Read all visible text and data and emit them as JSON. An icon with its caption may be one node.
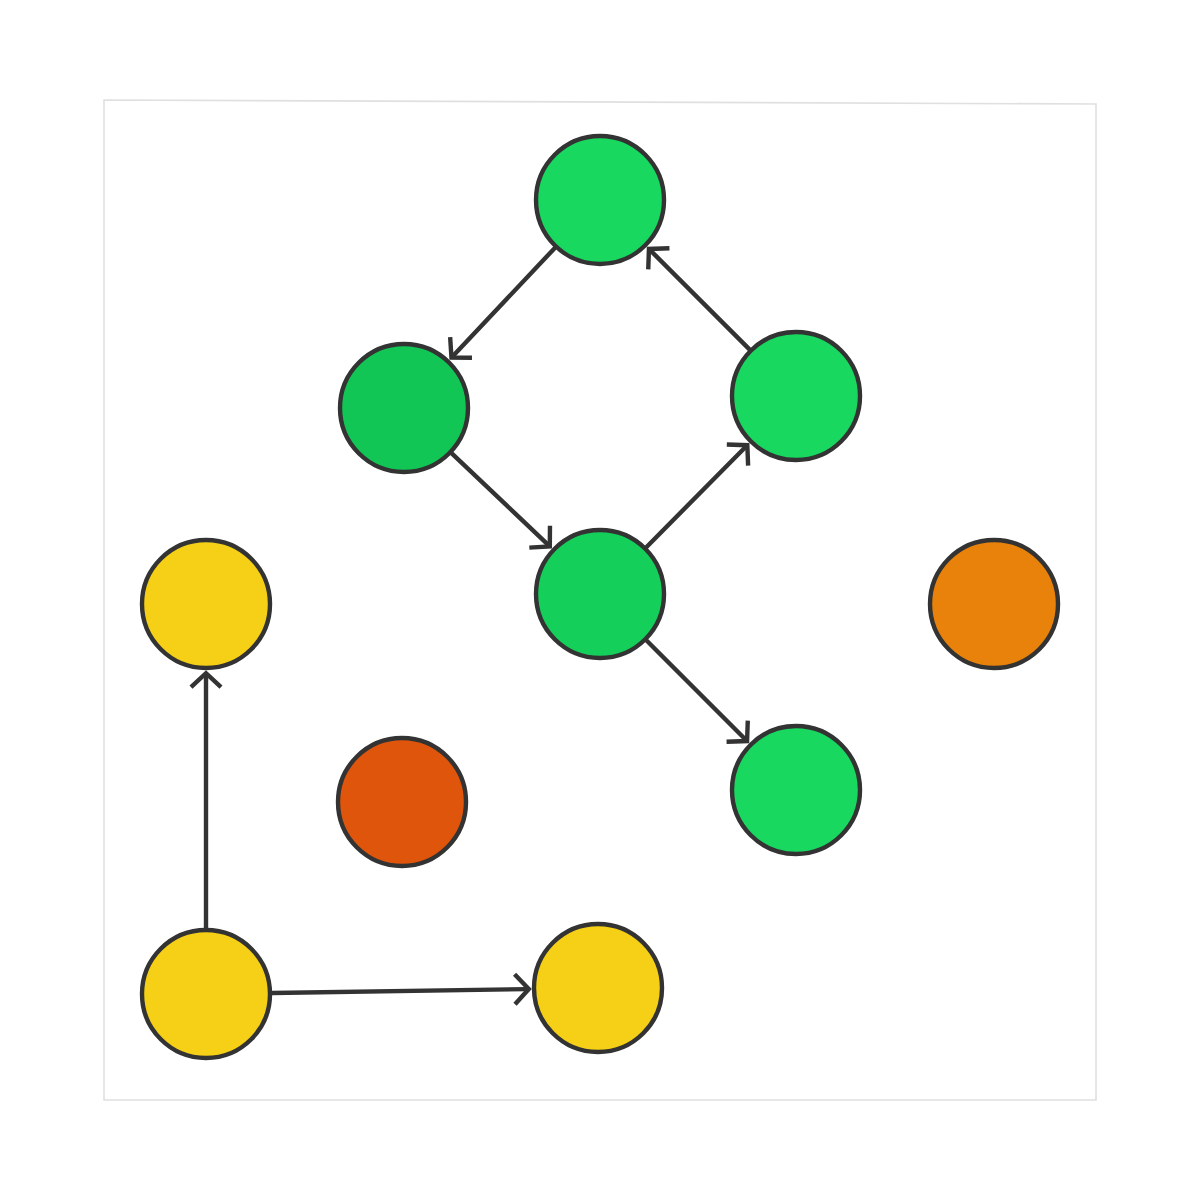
{
  "diagram": {
    "nodes": [
      {
        "text": [],
        "shape": "circle"
      },
      {
        "text": [],
        "shape": "circle"
      },
      {
        "text": [],
        "shape": "circle"
      },
      {
        "text": [],
        "shape": "circle"
      },
      {
        "text": [],
        "shape": "circle"
      },
      {
        "text": [],
        "shape": "circle"
      },
      {
        "text": [],
        "shape": "circle"
      },
      {
        "text": [],
        "shape": "circle"
      },
      {
        "text": [],
        "shape": "circle"
      },
      {
        "text": [],
        "shape": "circle"
      }
    ],
    "edges": [
      {
        "from": 0,
        "to": 1,
        "arrow": "to"
      },
      {
        "from": 1,
        "to": 4,
        "arrow": "to"
      },
      {
        "from": 4,
        "to": 2,
        "arrow": "to"
      },
      {
        "from": 2,
        "to": 0,
        "arrow": "to"
      },
      {
        "from": 4,
        "to": 7,
        "arrow": "to"
      },
      {
        "from": 8,
        "to": 3,
        "arrow": "to"
      },
      {
        "from": 8,
        "to": 9,
        "arrow": "to"
      }
    ]
  }
}
